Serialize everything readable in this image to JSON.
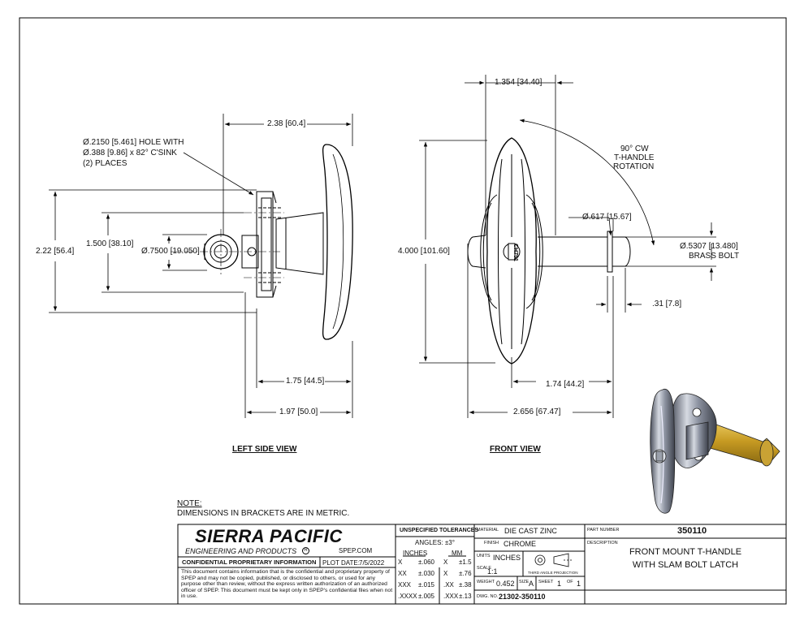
{
  "views": {
    "left_side_title": "LEFT SIDE VIEW",
    "front_title": "FRONT VIEW"
  },
  "left_view": {
    "hole_note_1": "Ø.2150 [5.461] HOLE WITH",
    "hole_note_2": "Ø.388 [9.86] x 82° C'SINK",
    "hole_note_3": "(2) PLACES",
    "dim_width": "2.38 [60.4]",
    "dim_total_h": "2.22 [56.4]",
    "dim_hole_spacing": "1.500 [38.10]",
    "dim_bore": "Ø.7500 [19.050]",
    "dim_175": "1.75 [44.5]",
    "dim_197": "1.97 [50.0]"
  },
  "front_view": {
    "dim_top": "1.354 [34.40]",
    "rotation_1": "90° CW",
    "rotation_2": "T-HANDLE",
    "rotation_3": "ROTATION",
    "dim_height": "4.000 [101.60]",
    "dim_617": "Ø.617 [15.67]",
    "dim_bolt": "Ø.5307 [13.480]",
    "bolt_note": "BRASS BOLT",
    "dim_031": ".31 [7.8]",
    "dim_174": "1.74 [44.2]",
    "dim_2656": "2.656 [67.47]",
    "key_code": "CH751"
  },
  "note": {
    "heading": "NOTE:",
    "line": "DIMENSIONS IN BRACKETS ARE IN METRIC."
  },
  "title_block": {
    "company": "SIERRA PACIFIC",
    "company_sub": "ENGINEERING AND PRODUCTS",
    "registered": "R",
    "website": "SPEP.COM",
    "confidential_heading": "CONFIDENTIAL PROPRIETARY INFORMATION",
    "plot_date_label": "PLOT DATE:",
    "plot_date": "7/5/2022",
    "confidential_text": "This document contains information that is the confidential and proprietary property of SPEP and may not be copied, published, or disclosed to others, or used for any purpose other than review, without the express written authorization of an authorized officer of SPEP. This document must be kept only in SPEP's confidential files when not in use.",
    "tolerances_heading": "UNSPECIFIED TOLERANCES",
    "angles": "ANGLES: ±3°",
    "inches_header": "INCHES",
    "mm_header": "MM",
    "tolerances": [
      {
        "in_place": "X",
        "in_tol": "±.060",
        "mm_place": "X",
        "mm_tol": "±1.5"
      },
      {
        "in_place": "XX",
        "in_tol": "±.030",
        "mm_place": "X",
        "mm_tol": "±.76"
      },
      {
        "in_place": "XXX",
        "in_tol": "±.015",
        "mm_place": ".XX",
        "mm_tol": "±.38"
      },
      {
        "in_place": ".XXXX",
        "in_tol": "±.005",
        "mm_place": ".XXX",
        "mm_tol": "±.13"
      }
    ],
    "material_label": "MATERIAL",
    "material": "DIE CAST ZINC",
    "finish_label": "FINISH",
    "finish": "CHROME",
    "units_label": "UNITS",
    "units": "INCHES",
    "scale_label": "SCALE",
    "scale": "1:1",
    "projection_label": "THIRD ANGLE PROJECTION",
    "weight_label": "WEIGHT",
    "weight": "0.452",
    "size_label": "SIZE",
    "size": "A",
    "sheet_label": "SHEET",
    "sheet_num": "1",
    "of_label": "OF",
    "sheet_total": "1",
    "dwg_label": "DWG. NO.",
    "dwg_no": "21302-350110",
    "part_number_label": "PART NUMBER",
    "part_number": "350110",
    "description_label": "DESCRIPTION",
    "description_1": "FRONT MOUNT T-HANDLE",
    "description_2": "WITH SLAM BOLT LATCH"
  }
}
